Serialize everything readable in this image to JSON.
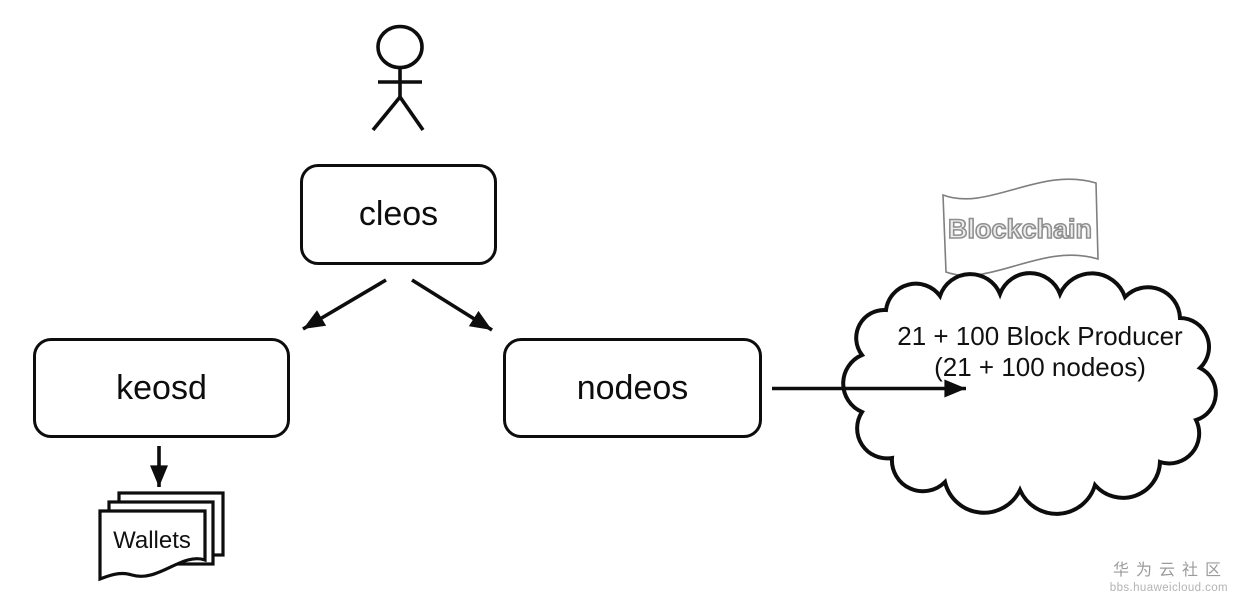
{
  "diagram": {
    "nodes": {
      "cleos": {
        "label": "cleos"
      },
      "keosd": {
        "label": "keosd"
      },
      "nodeos": {
        "label": "nodeos"
      },
      "wallets": {
        "label": "Wallets"
      },
      "blockchain_network": {
        "line1": "21 + 100 Block Producer",
        "line2": "(21 + 100 nodeos)"
      },
      "flag": {
        "label": "Blockchain"
      }
    },
    "connections": [
      {
        "from": "cleos",
        "to": "keosd"
      },
      {
        "from": "cleos",
        "to": "nodeos"
      },
      {
        "from": "keosd",
        "to": "wallets"
      },
      {
        "from": "nodeos",
        "to": "blockchain_network"
      }
    ],
    "colors": {
      "ink": "#000000",
      "background": "#ffffff",
      "flag_outline": "#7f7f7f",
      "flag_text_stroke": "#8f8f8f",
      "flag_text_fill": "#ededed"
    }
  },
  "watermark": {
    "community_name": "华为云社区",
    "site_url": "bbs.huaweicloud.com",
    "color": "#9b9b9b"
  }
}
